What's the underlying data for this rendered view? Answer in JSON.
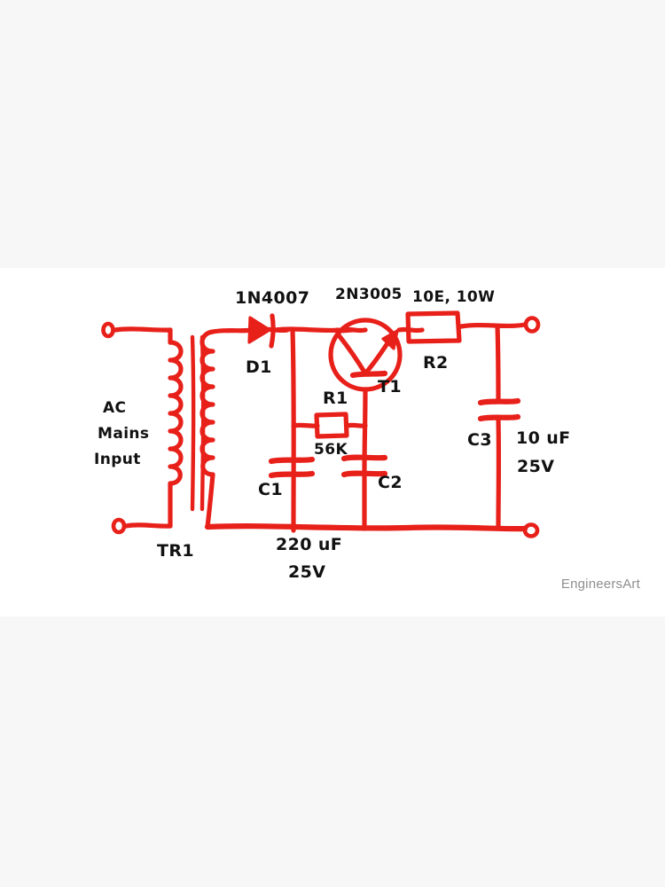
{
  "page": {
    "background_color": "#f7f7f7",
    "sheet_color": "#ffffff",
    "ink_color": "#e8201a",
    "text_color": "#111111"
  },
  "watermark": {
    "text": "EngineersArt"
  },
  "schematic": {
    "title": "Hand-drawn linear power supply schematic",
    "components": [
      {
        "id": "TR1",
        "type": "transformer",
        "ref_label": "TR1",
        "notes": "AC Mains Input"
      },
      {
        "id": "D1",
        "type": "diode",
        "ref_label": "D1",
        "value_label": "1N4007"
      },
      {
        "id": "T1",
        "type": "transistor",
        "ref_label": "T1",
        "value_label": "2N3005"
      },
      {
        "id": "R1",
        "type": "resistor",
        "ref_label": "R1",
        "value_label": "56K"
      },
      {
        "id": "R2",
        "type": "resistor",
        "ref_label": "R2",
        "value_label": "10E, 10W"
      },
      {
        "id": "C1",
        "type": "capacitor",
        "ref_label": "C1",
        "value_label": "220 uF 25V"
      },
      {
        "id": "C2",
        "type": "capacitor",
        "ref_label": "C2",
        "value_label": "220 uF 25V"
      },
      {
        "id": "C3",
        "type": "capacitor",
        "ref_label": "C3",
        "value_label": "10 uF 25V"
      }
    ],
    "labels": {
      "input_line1": "AC",
      "input_line2": "Mains",
      "input_line3": "Input",
      "transformer_ref": "TR1",
      "diode_value": "1N4007",
      "diode_ref": "D1",
      "transistor_value": "2N3005",
      "transistor_ref": "T1",
      "r1_ref": "R1",
      "r1_value": "56K",
      "r2_value": "10E, 10W",
      "r2_ref": "R2",
      "c1_ref": "C1",
      "c2_ref": "C2",
      "c3_ref": "C3",
      "bulk_cap_value_line1": "220 uF",
      "bulk_cap_value_line2": "25V",
      "c3_value_line1": "10 uF",
      "c3_value_line2": "25V"
    }
  }
}
